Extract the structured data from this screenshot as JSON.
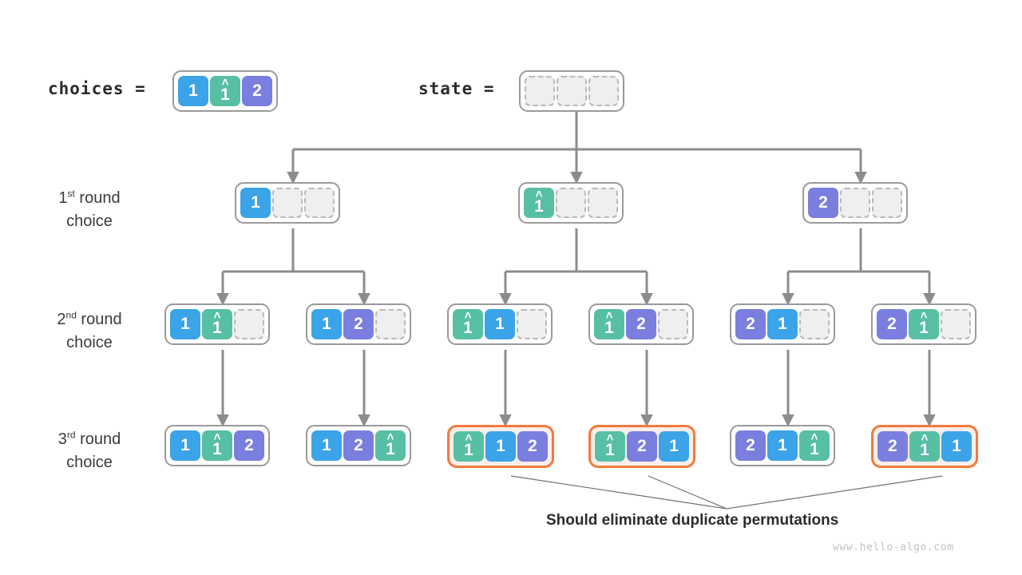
{
  "header": {
    "choices_label": "choices =",
    "state_label": "state =",
    "choices": [
      {
        "value": "1",
        "color": "blue",
        "hat": false
      },
      {
        "value": "1",
        "color": "green",
        "hat": true
      },
      {
        "value": "2",
        "color": "purple",
        "hat": false
      }
    ],
    "state": [
      {
        "value": "",
        "color": "empty",
        "hat": false
      },
      {
        "value": "",
        "color": "empty",
        "hat": false
      },
      {
        "value": "",
        "color": "empty",
        "hat": false
      }
    ]
  },
  "rows": [
    {
      "label_ordinal": "1",
      "label_suffix": "st",
      "label_line1": " round",
      "label_line2": "choice",
      "nodes": [
        {
          "highlight": false,
          "cells": [
            {
              "value": "1",
              "color": "blue",
              "hat": false
            },
            {
              "value": "",
              "color": "empty",
              "hat": false
            },
            {
              "value": "",
              "color": "empty",
              "hat": false
            }
          ]
        },
        {
          "highlight": false,
          "cells": [
            {
              "value": "1",
              "color": "green",
              "hat": true
            },
            {
              "value": "",
              "color": "empty",
              "hat": false
            },
            {
              "value": "",
              "color": "empty",
              "hat": false
            }
          ]
        },
        {
          "highlight": false,
          "cells": [
            {
              "value": "2",
              "color": "purple",
              "hat": false
            },
            {
              "value": "",
              "color": "empty",
              "hat": false
            },
            {
              "value": "",
              "color": "empty",
              "hat": false
            }
          ]
        }
      ]
    },
    {
      "label_ordinal": "2",
      "label_suffix": "nd",
      "label_line1": " round",
      "label_line2": "choice",
      "nodes": [
        {
          "highlight": false,
          "cells": [
            {
              "value": "1",
              "color": "blue",
              "hat": false
            },
            {
              "value": "1",
              "color": "green",
              "hat": true
            },
            {
              "value": "",
              "color": "empty",
              "hat": false
            }
          ]
        },
        {
          "highlight": false,
          "cells": [
            {
              "value": "1",
              "color": "blue",
              "hat": false
            },
            {
              "value": "2",
              "color": "purple",
              "hat": false
            },
            {
              "value": "",
              "color": "empty",
              "hat": false
            }
          ]
        },
        {
          "highlight": false,
          "cells": [
            {
              "value": "1",
              "color": "green",
              "hat": true
            },
            {
              "value": "1",
              "color": "blue",
              "hat": false
            },
            {
              "value": "",
              "color": "empty",
              "hat": false
            }
          ]
        },
        {
          "highlight": false,
          "cells": [
            {
              "value": "1",
              "color": "green",
              "hat": true
            },
            {
              "value": "2",
              "color": "purple",
              "hat": false
            },
            {
              "value": "",
              "color": "empty",
              "hat": false
            }
          ]
        },
        {
          "highlight": false,
          "cells": [
            {
              "value": "2",
              "color": "purple",
              "hat": false
            },
            {
              "value": "1",
              "color": "blue",
              "hat": false
            },
            {
              "value": "",
              "color": "empty",
              "hat": false
            }
          ]
        },
        {
          "highlight": false,
          "cells": [
            {
              "value": "2",
              "color": "purple",
              "hat": false
            },
            {
              "value": "1",
              "color": "green",
              "hat": true
            },
            {
              "value": "",
              "color": "empty",
              "hat": false
            }
          ]
        }
      ]
    },
    {
      "label_ordinal": "3",
      "label_suffix": "rd",
      "label_line1": " round",
      "label_line2": "choice",
      "nodes": [
        {
          "highlight": false,
          "cells": [
            {
              "value": "1",
              "color": "blue",
              "hat": false
            },
            {
              "value": "1",
              "color": "green",
              "hat": true
            },
            {
              "value": "2",
              "color": "purple",
              "hat": false
            }
          ]
        },
        {
          "highlight": false,
          "cells": [
            {
              "value": "1",
              "color": "blue",
              "hat": false
            },
            {
              "value": "2",
              "color": "purple",
              "hat": false
            },
            {
              "value": "1",
              "color": "green",
              "hat": true
            }
          ]
        },
        {
          "highlight": true,
          "cells": [
            {
              "value": "1",
              "color": "green",
              "hat": true
            },
            {
              "value": "1",
              "color": "blue",
              "hat": false
            },
            {
              "value": "2",
              "color": "purple",
              "hat": false
            }
          ]
        },
        {
          "highlight": true,
          "cells": [
            {
              "value": "1",
              "color": "green",
              "hat": true
            },
            {
              "value": "2",
              "color": "purple",
              "hat": false
            },
            {
              "value": "1",
              "color": "blue",
              "hat": false
            }
          ]
        },
        {
          "highlight": false,
          "cells": [
            {
              "value": "2",
              "color": "purple",
              "hat": false
            },
            {
              "value": "1",
              "color": "blue",
              "hat": false
            },
            {
              "value": "1",
              "color": "green",
              "hat": true
            }
          ]
        },
        {
          "highlight": true,
          "cells": [
            {
              "value": "2",
              "color": "purple",
              "hat": false
            },
            {
              "value": "1",
              "color": "green",
              "hat": true
            },
            {
              "value": "1",
              "color": "blue",
              "hat": false
            }
          ]
        }
      ]
    }
  ],
  "caption": "Should eliminate duplicate permutations",
  "watermark": "www.hello-algo.com",
  "colors": {
    "blue": "#3ba3e8",
    "green": "#57bfa4",
    "purple": "#7a7ede",
    "empty": "#efefef",
    "border": "#9a9a9a",
    "highlight_border": "#f4793b",
    "highlight_fill": "#fdeeea",
    "edge": "#8c8c8c",
    "leader": "#666666"
  }
}
